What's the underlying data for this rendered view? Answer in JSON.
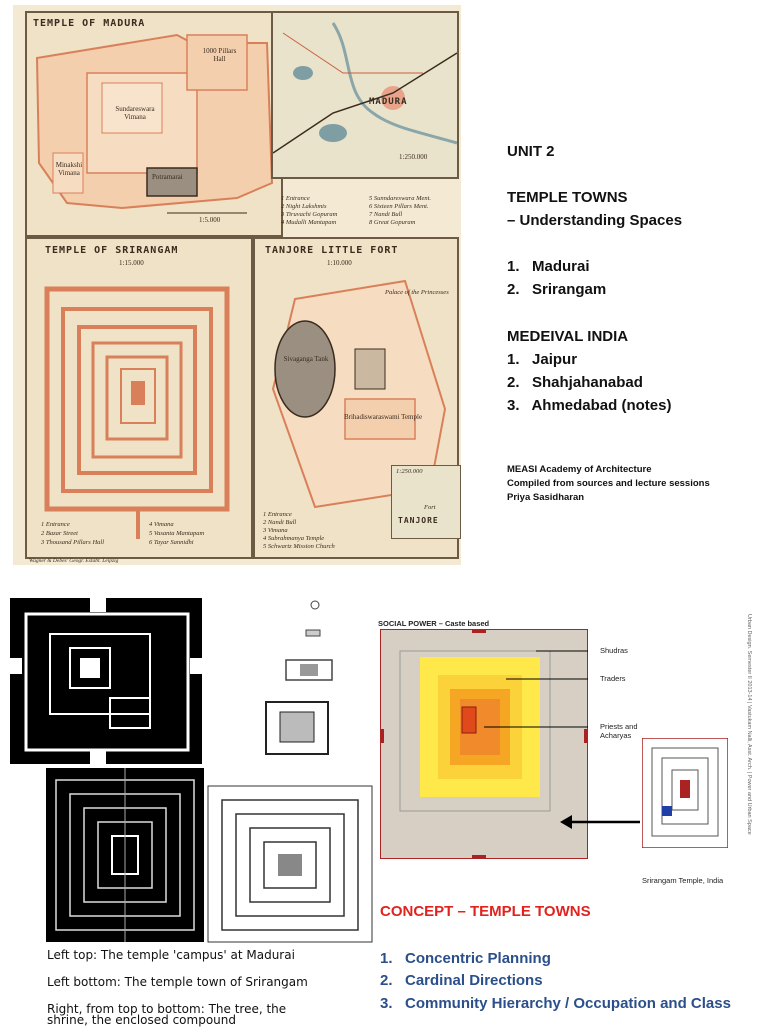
{
  "colors": {
    "map_background": "#efe2c6",
    "map_red": "#d9805a",
    "map_line": "#6b5a44",
    "concept_title": "#e0231e",
    "concept_items": "#2b4f8a",
    "social_yellow": "#ffe94a",
    "social_orange": "#f5a623",
    "social_red": "#e04a1a"
  },
  "maps": {
    "madura_title": "TEMPLE OF MADURA",
    "thousand_pillars": "1000 Pillars Hall",
    "sundareswara": "Sundareswara Vimana",
    "minakshi": "Minakshi Vimana",
    "potramarai": "Potramarai",
    "madura_scale": "1:5.000",
    "madura_legend": [
      "1 Entrance",
      "2 Night Lakshmis",
      "3 Tiruvachi Gopuram",
      "4 Mudalli Mantapam",
      "5 Sunndareswara Ment.",
      "6 Sixteen Pillars Ment.",
      "7 Nandi Bull",
      "8 Great Gopuram"
    ],
    "city_label": "MADURA",
    "city_scale": "1:250.000",
    "srirangam_title": "TEMPLE OF SRIRANGAM",
    "srirangam_scale": "1:15.000",
    "srirangam_legend": [
      "1 Entrance",
      "2 Bazar Street",
      "3 Thousand Pillars Hall",
      "4 Vimana",
      "5 Vasanta Mantapam",
      "6 Tayar Sannidhi"
    ],
    "tanjore_title": "TANJORE LITTLE FORT",
    "tanjore_scale": "1:10.000",
    "palace_label": "Palace of the Princesses",
    "tank_label": "Sivaganga Tank",
    "temple_label": "Brihadiswaraswami Temple",
    "inset_scale": "1:250.000",
    "inset_place": "TANJORE",
    "inset_fort": "Fort",
    "tanjore_legend": [
      "1 Entrance",
      "2 Nandi Bull",
      "3 Vimana",
      "4 Subrahmanya Temple",
      "5 Schwartz Mission Church"
    ],
    "publisher": "Wagner & Debes' Geogr. Estabt. Leipzig"
  },
  "unit": {
    "title": "UNIT 2",
    "section1_title": "TEMPLE TOWNS",
    "section1_subtitle": "– Understanding Spaces",
    "section1_items": [
      "1.   Madurai",
      "2.   Srirangam"
    ],
    "section2_title": "MEDEIVAL INDIA",
    "section2_items": [
      "1.   Jaipur",
      "2.   Shahjahanabad",
      "3.   Ahmedabad (notes)"
    ],
    "credits": [
      "MEASI Academy of Architecture",
      "Compiled from sources and lecture sessions",
      "Priya Sasidharan"
    ]
  },
  "social": {
    "title": "SOCIAL POWER – Caste based",
    "labels": [
      "Shudras",
      "Traders",
      "Priests and Acharyas"
    ],
    "caption": "Srirangam Temple, India",
    "vertical_note": "Urban Design. Semester II 2013-14 | Vastukam Nalli, Asst. Arch. | Power and Urban Space"
  },
  "concept": {
    "title": "CONCEPT – TEMPLE TOWNS",
    "items": [
      "1.   Concentric Planning",
      "2.   Cardinal Directions",
      "3.   Community Hierarchy / Occupation and Class"
    ]
  },
  "captions": {
    "line1": "Left top: The temple 'campus' at Madurai",
    "line2": "Left bottom: The temple town of Srirangam",
    "line3": "Right, from top to bottom: The tree, the",
    "line4": "shrine, the enclosed compound"
  }
}
